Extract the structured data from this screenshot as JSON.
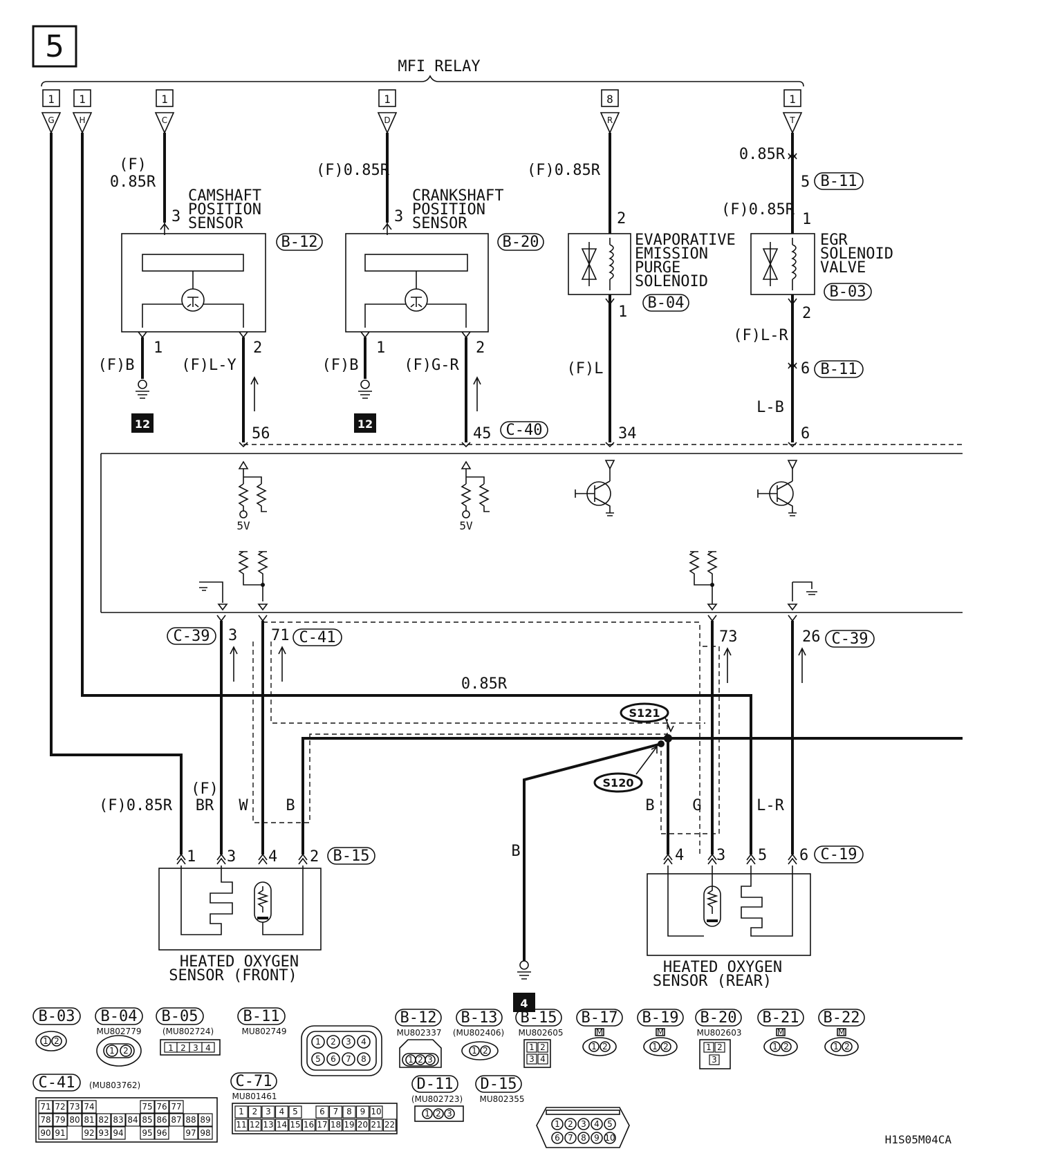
{
  "page_number": "5",
  "header": {
    "relay": "MFI RELAY"
  },
  "terminals": [
    {
      "page": "1",
      "letter": "G"
    },
    {
      "page": "1",
      "letter": "H"
    },
    {
      "page": "1",
      "letter": "C"
    },
    {
      "page": "1",
      "letter": "D"
    },
    {
      "page": "8",
      "letter": "R"
    },
    {
      "page": "1",
      "letter": "T"
    }
  ],
  "components": {
    "camshaft": {
      "line1": "CAMSHAFT",
      "line2": "POSITION",
      "line3": "SENSOR",
      "connector": "B-12",
      "wire_in": "(F)",
      "wire_in2": "0.85R",
      "pin_in": "3",
      "pin_gnd": "1",
      "pin_sig": "2",
      "wire_gnd": "(F)B",
      "wire_sig": "(F)L-Y",
      "ecu_pin": "56",
      "ground_ref": "12"
    },
    "crankshaft": {
      "line1": "CRANKSHAFT",
      "line2": "POSITION",
      "line3": "SENSOR",
      "connector": "B-20",
      "wire_in": "(F)0.85R",
      "pin_in": "3",
      "pin_gnd": "1",
      "pin_sig": "2",
      "wire_gnd": "(F)B",
      "wire_sig": "(F)G-R",
      "ecu_pin": "45",
      "ecu_connector": "C-40",
      "ground_ref": "12"
    },
    "evap": {
      "line1": "EVAPORATIVE",
      "line2": "EMISSION",
      "line3": "PURGE",
      "line4": "SOLENOID",
      "connector": "B-04",
      "wire_in": "(F)0.85R",
      "pin_in": "2",
      "pin_out": "1",
      "wire_out": "(F)L",
      "ecu_pin": "34"
    },
    "egr": {
      "line1": "EGR",
      "line2": "SOLENOID",
      "line3": "VALVE",
      "connector": "B-03",
      "wire_top": "0.85R",
      "junction_pin": "5",
      "junction_conn": "B-11",
      "wire_in": "(F)0.85R",
      "pin_in": "1",
      "pin_out": "2",
      "wire_out": "(F)L-R",
      "junction2_pin": "6",
      "junction2_conn": "B-11",
      "wire_lb": "L-B",
      "ecu_pin": "6"
    },
    "ecu": {
      "vref_a": "5V",
      "vref_b": "5V"
    },
    "ho2_front": {
      "line1": "HEATED OXYGEN",
      "line2": "SENSOR (FRONT)",
      "connector": "B-15",
      "pins": [
        "1",
        "3",
        "4",
        "2"
      ],
      "wire_pwr": "(F)0.85R",
      "wire_br_a": "(F)",
      "wire_br_b": "BR",
      "wire_w": "W",
      "wire_b": "B",
      "ecu_pin_a": "3",
      "ecu_conn_a": "C-39",
      "ecu_pin_b": "71",
      "ecu_conn_b": "C-41"
    },
    "ho2_rear": {
      "line1": "HEATED OXYGEN",
      "line2": "SENSOR (REAR)",
      "connector": "C-19",
      "pins": [
        "4",
        "3",
        "5",
        "6"
      ],
      "wire_b": "B",
      "wire_g": "G",
      "wire_lr": "L-R",
      "ecu_pin_a": "73",
      "ecu_pin_b": "26",
      "ecu_conn_b": "C-39"
    },
    "harness": {
      "wire_main": "0.85R",
      "splice_a": "S121",
      "splice_b": "S120",
      "wire_gnd": "B",
      "ground_ref": "4"
    }
  },
  "connector_legend": [
    {
      "id": "B-03",
      "part": ""
    },
    {
      "id": "B-04",
      "part": "MU802779"
    },
    {
      "id": "B-05",
      "part": "(MU802724)"
    },
    {
      "id": "B-11",
      "part": "MU802749"
    },
    {
      "id": "B-12",
      "part": "MU802337"
    },
    {
      "id": "B-13",
      "part": "(MU802406)"
    },
    {
      "id": "B-15",
      "part": "MU802605"
    },
    {
      "id": "B-17",
      "part": ""
    },
    {
      "id": "B-19",
      "part": ""
    },
    {
      "id": "B-20",
      "part": "MU802603"
    },
    {
      "id": "B-21",
      "part": ""
    },
    {
      "id": "B-22",
      "part": ""
    },
    {
      "id": "C-41",
      "part": "(MU803762)"
    },
    {
      "id": "C-71",
      "part": "MU801461"
    },
    {
      "id": "D-11",
      "part": "(MU802723)"
    },
    {
      "id": "D-15",
      "part": "MU802355"
    }
  ],
  "legend_pins": {
    "two": [
      "1",
      "2"
    ],
    "four": [
      "1",
      "2",
      "3",
      "4"
    ],
    "eight": [
      "1",
      "2",
      "3",
      "4",
      "5",
      "6",
      "7",
      "8"
    ],
    "three": [
      "1",
      "2",
      "3"
    ],
    "ten": [
      "1",
      "2",
      "3",
      "4",
      "5",
      "6",
      "7",
      "8",
      "9",
      "10"
    ],
    "c41_row1": [
      "71",
      "72",
      "73",
      "74",
      "75",
      "76",
      "77"
    ],
    "c41_row2": [
      "78",
      "79",
      "80",
      "81",
      "82",
      "83",
      "84",
      "85",
      "86",
      "87",
      "88",
      "89"
    ],
    "c41_row3": [
      "90",
      "91",
      "92",
      "93",
      "94",
      "95",
      "96",
      "97",
      "98"
    ],
    "c71_row1": [
      "1",
      "2",
      "3",
      "4",
      "5",
      "6",
      "7",
      "8",
      "9",
      "10"
    ],
    "c71_row2": [
      "11",
      "12",
      "13",
      "14",
      "15",
      "16",
      "17",
      "18",
      "19",
      "20",
      "21",
      "22"
    ],
    "m_mark": "M"
  },
  "drawing_code": "H1S05M04CA"
}
